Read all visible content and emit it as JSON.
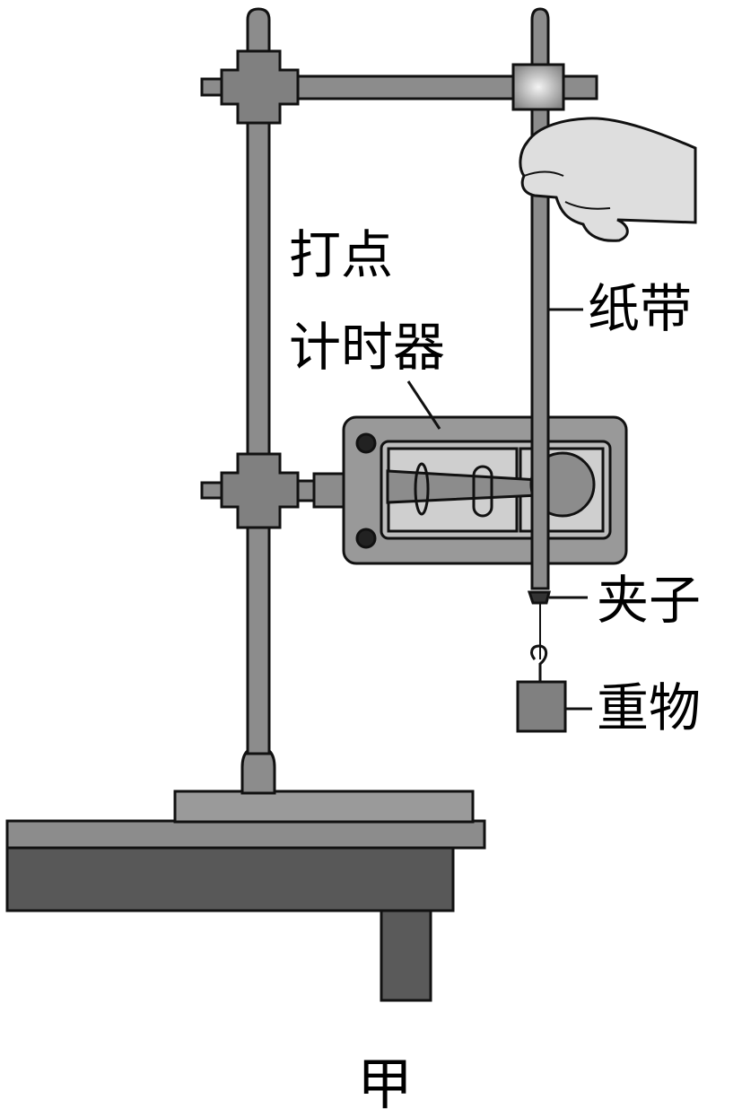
{
  "labels": {
    "timer_line1": "打点",
    "timer_line2": "计时器",
    "paper_tape": "纸带",
    "clip": "夹子",
    "weight": "重物",
    "caption": "甲"
  },
  "colors": {
    "stroke": "#111111",
    "metal": "#8c8c8c",
    "light": "#cfcfcf",
    "table_dark": "#585858",
    "hand": "#dedede"
  }
}
